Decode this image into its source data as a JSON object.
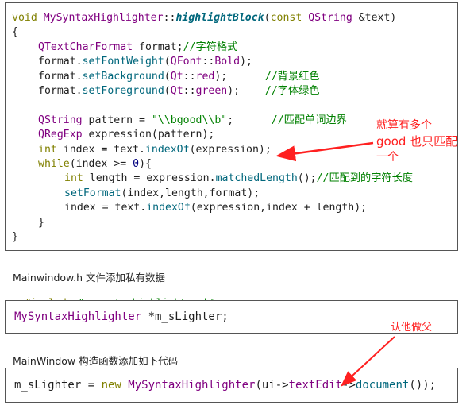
{
  "main_code": {
    "lines": [
      {
        "indent": 0,
        "tokens": [
          [
            "kw",
            "void "
          ],
          [
            "ty",
            "MySyntaxHighlighter"
          ],
          [
            "dk",
            "::"
          ],
          [
            "fnb",
            "highlightBlock"
          ],
          [
            "dk",
            "("
          ],
          [
            "kw",
            "const "
          ],
          [
            "ty",
            "QString "
          ],
          [
            "dk",
            "&text)"
          ]
        ]
      },
      {
        "indent": 0,
        "tokens": [
          [
            "dk",
            "{"
          ]
        ]
      },
      {
        "indent": 1,
        "tokens": [
          [
            "ty",
            "QTextCharFormat "
          ],
          [
            "dk",
            "format;"
          ],
          [
            "cm",
            "//字符格式"
          ]
        ]
      },
      {
        "indent": 1,
        "tokens": [
          [
            "dk",
            "format."
          ],
          [
            "fn",
            "setFontWeight"
          ],
          [
            "dk",
            "("
          ],
          [
            "ty",
            "QFont"
          ],
          [
            "dk",
            "::"
          ],
          [
            "ty",
            "Bold"
          ],
          [
            "dk",
            ");"
          ]
        ]
      },
      {
        "indent": 1,
        "tokens": [
          [
            "dk",
            "format."
          ],
          [
            "fn",
            "setBackground"
          ],
          [
            "dk",
            "("
          ],
          [
            "ty",
            "Qt"
          ],
          [
            "dk",
            "::"
          ],
          [
            "ty",
            "red"
          ],
          [
            "dk",
            ");      "
          ],
          [
            "cm",
            "//背景红色"
          ]
        ]
      },
      {
        "indent": 1,
        "tokens": [
          [
            "dk",
            "format."
          ],
          [
            "fn",
            "setForeground"
          ],
          [
            "dk",
            "("
          ],
          [
            "ty",
            "Qt"
          ],
          [
            "dk",
            "::"
          ],
          [
            "ty",
            "green"
          ],
          [
            "dk",
            ");    "
          ],
          [
            "cm",
            "//字体绿色"
          ]
        ]
      },
      {
        "indent": 0,
        "tokens": []
      },
      {
        "indent": 1,
        "tokens": [
          [
            "ty",
            "QString "
          ],
          [
            "dk",
            "pattern = "
          ],
          [
            "str",
            "\"\\\\bgood\\\\b\""
          ],
          [
            "dk",
            ";      "
          ],
          [
            "cm",
            "//匹配单词边界"
          ]
        ]
      },
      {
        "indent": 1,
        "tokens": [
          [
            "ty",
            "QRegExp "
          ],
          [
            "dk",
            "expression(pattern);"
          ]
        ]
      },
      {
        "indent": 1,
        "tokens": [
          [
            "kw",
            "int "
          ],
          [
            "dk",
            "index = text."
          ],
          [
            "fn",
            "indexOf"
          ],
          [
            "dk",
            "(expression);"
          ]
        ]
      },
      {
        "indent": 1,
        "tokens": [
          [
            "kw",
            "while"
          ],
          [
            "dk",
            "(index >= "
          ],
          [
            "num",
            "0"
          ],
          [
            "dk",
            "){"
          ]
        ]
      },
      {
        "indent": 2,
        "tokens": [
          [
            "kw",
            "int "
          ],
          [
            "dk",
            "length = expression."
          ],
          [
            "fn",
            "matchedLength"
          ],
          [
            "dk",
            "();"
          ],
          [
            "cm",
            "//匹配到的字符长度"
          ]
        ]
      },
      {
        "indent": 2,
        "tokens": [
          [
            "fn",
            "setFormat"
          ],
          [
            "dk",
            "(index,length,format);"
          ]
        ]
      },
      {
        "indent": 2,
        "tokens": [
          [
            "dk",
            "index = text."
          ],
          [
            "fn",
            "indexOf"
          ],
          [
            "dk",
            "(expression,index + length);"
          ]
        ]
      },
      {
        "indent": 1,
        "tokens": [
          [
            "dk",
            "}"
          ]
        ]
      },
      {
        "indent": 0,
        "tokens": [
          [
            "dk",
            "}"
          ]
        ]
      }
    ]
  },
  "note1": "Mainwindow.h 文件添加私有数据",
  "include_line": {
    "directive": "#include ",
    "file": "\"mysyntaxhighlighter.h\""
  },
  "member_code": [
    [
      "ty",
      "MySyntaxHighlighter "
    ],
    [
      "dk",
      "*m_sLighter;"
    ]
  ],
  "note2": "MainWindow 构造函数添加如下代码",
  "ctor_code": [
    [
      "dk",
      "m_sLighter = "
    ],
    [
      "kw",
      "new "
    ],
    [
      "ty",
      "MySyntaxHighlighter"
    ],
    [
      "dk",
      "(ui->"
    ],
    [
      "ty",
      "textEdit"
    ],
    [
      "dk",
      "->"
    ],
    [
      "fn",
      "document"
    ],
    [
      "dk",
      "());"
    ]
  ],
  "annotation1": [
    "就算有多个",
    "good 也只匹配",
    "一个"
  ],
  "annotation2": "认他做父",
  "colors": {
    "annotation": "#ff2020",
    "keyword": "#808000",
    "type": "#800080",
    "function": "#00677c",
    "string": "#008000"
  }
}
